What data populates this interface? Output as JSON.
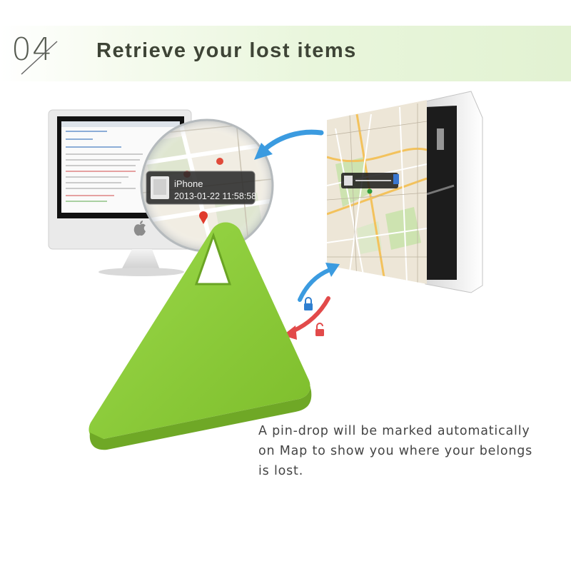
{
  "header": {
    "step_number": "04",
    "title": "Retrieve your lost items"
  },
  "magnifier_popup": {
    "device_name": "iPhone",
    "timestamp": "2013-01-22 11:58:58"
  },
  "caption": {
    "lines": [
      "A pin-drop will be marked automatically",
      "on Map to show you where your belongs",
      "is lost."
    ]
  },
  "colors": {
    "tracker_green": "#8fcf3c",
    "banner_green": "#e2f2d2",
    "arrow_blue": "#3b9be0",
    "arrow_red": "#e24a4a"
  },
  "icons": [
    "apple-logo-icon",
    "lock-icon",
    "unlock-icon",
    "map-pin-icon"
  ]
}
